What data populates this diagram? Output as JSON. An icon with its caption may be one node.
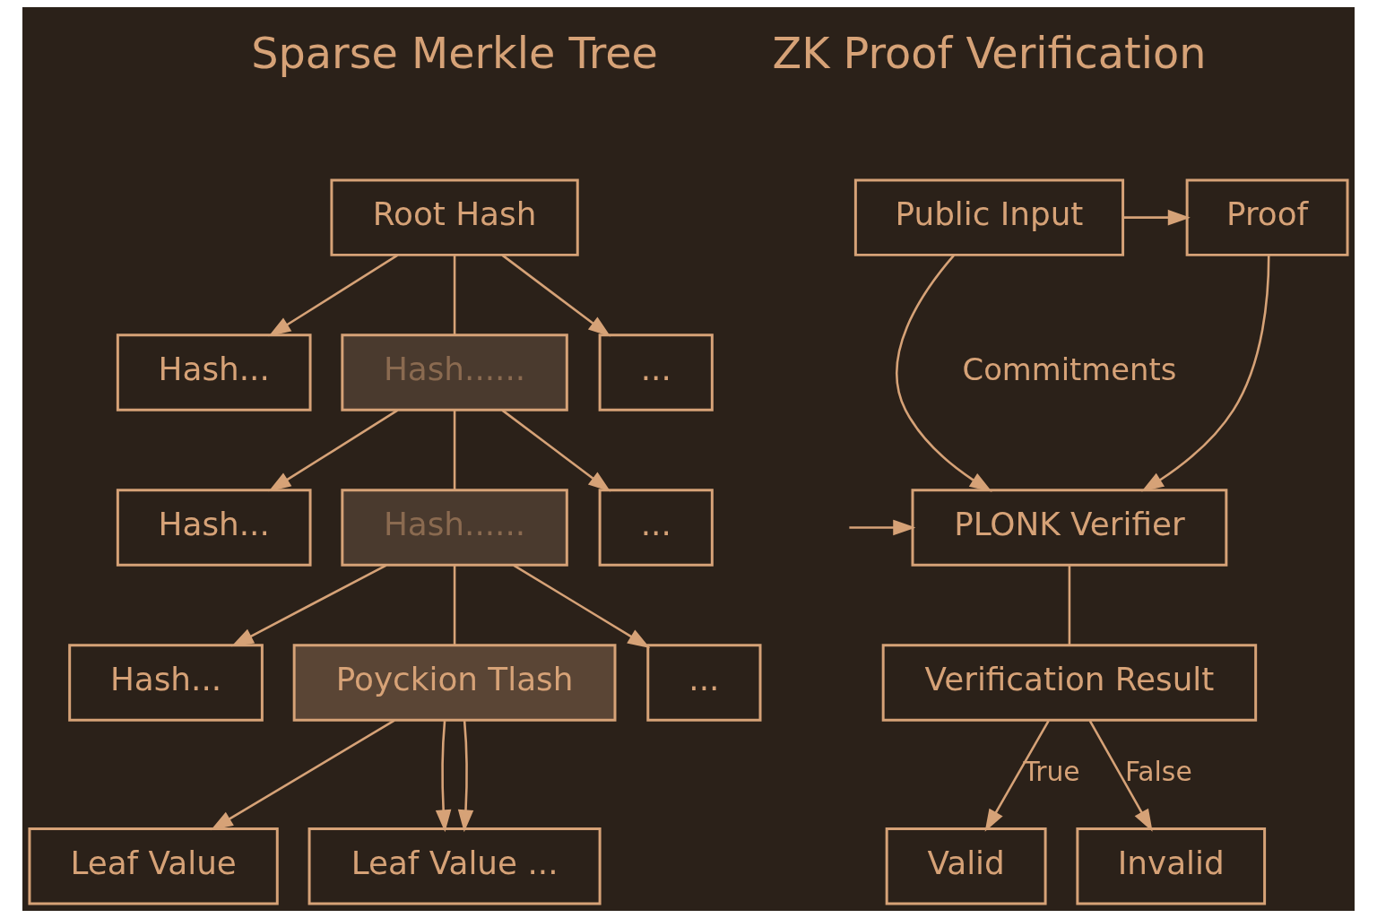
{
  "diagram": {
    "nodes": [
      {
        "text": [
          "Root Hash"
        ]
      },
      {
        "text": [
          "Hash..."
        ]
      },
      {
        "text": [
          "Hash......"
        ]
      },
      {
        "text": [
          "..."
        ]
      },
      {
        "text": [
          "Hash..."
        ]
      },
      {
        "text": [
          "Hash......"
        ]
      },
      {
        "text": [
          "..."
        ]
      },
      {
        "text": [
          "Hash..."
        ]
      },
      {
        "text": [
          "Poyckion Tlash"
        ]
      },
      {
        "text": [
          "..."
        ]
      },
      {
        "text": [
          "Leaf Value"
        ]
      },
      {
        "text": [
          "Leaf Value ..."
        ]
      },
      {
        "text": [
          "Public Input"
        ]
      },
      {
        "text": [
          "Proof"
        ]
      },
      {
        "text": [
          "PLONK Verifier"
        ]
      },
      {
        "text": [
          "Verification Result"
        ]
      },
      {
        "text": [
          "Valid"
        ]
      },
      {
        "text": [
          "Invalid"
        ]
      }
    ],
    "edges": [
      {
        "from": 0,
        "to": 1,
        "arrow": "to"
      },
      {
        "from": 0,
        "to": 2,
        "arrow": "none"
      },
      {
        "from": 0,
        "to": 3,
        "arrow": "to"
      },
      {
        "from": 2,
        "to": 4,
        "arrow": "to"
      },
      {
        "from": 2,
        "to": 5,
        "arrow": "none"
      },
      {
        "from": 2,
        "to": 6,
        "arrow": "to"
      },
      {
        "from": 5,
        "to": 7,
        "arrow": "to"
      },
      {
        "from": 5,
        "to": 8,
        "arrow": "none"
      },
      {
        "from": 5,
        "to": 9,
        "arrow": "to"
      },
      {
        "from": 8,
        "to": 10,
        "arrow": "to"
      },
      {
        "from": 8,
        "to": 11,
        "arrow": "to"
      },
      {
        "from": 8,
        "to": 11,
        "arrow": "to"
      },
      {
        "from": 12,
        "to": 13,
        "arrow": "to"
      },
      {
        "from": 12,
        "to": 14,
        "arrow": "to"
      },
      {
        "from": 13,
        "to": 14,
        "arrow": "to"
      },
      {
        "from": null,
        "to": 14,
        "arrow": "to"
      },
      {
        "from": 14,
        "to": 15,
        "arrow": "none"
      },
      {
        "from": 15,
        "to": 16,
        "label": "True",
        "arrow": "to"
      },
      {
        "from": 15,
        "to": 17,
        "label": "False",
        "arrow": "to"
      }
    ],
    "labels": [
      "Sparse Merkle Tree",
      "ZK Proof Verification",
      "Commitments"
    ]
  }
}
